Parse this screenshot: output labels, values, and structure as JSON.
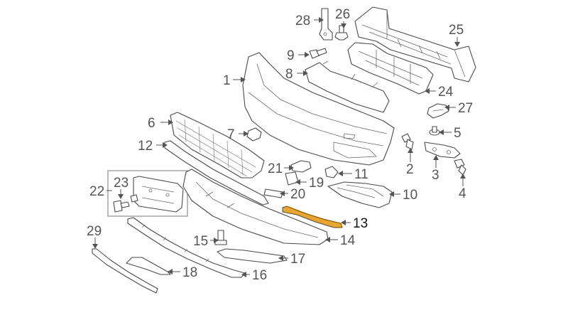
{
  "callouts": {
    "c1": "1",
    "c2": "2",
    "c3": "3",
    "c4": "4",
    "c5": "5",
    "c6": "6",
    "c7": "7",
    "c8": "8",
    "c9": "9",
    "c10": "10",
    "c11": "11",
    "c12": "12",
    "c13": "13",
    "c14": "14",
    "c15": "15",
    "c16": "16",
    "c17": "17",
    "c18": "18",
    "c19": "19",
    "c20": "20",
    "c21": "21",
    "c22": "22",
    "c23": "23",
    "c24": "24",
    "c25": "25",
    "c26": "26",
    "c27": "27",
    "c28": "28",
    "c29": "29"
  },
  "highlight": {
    "part_number": "13",
    "color": "#e8a531"
  },
  "colors": {
    "line": "#4a4a4a",
    "label": "#555555"
  }
}
